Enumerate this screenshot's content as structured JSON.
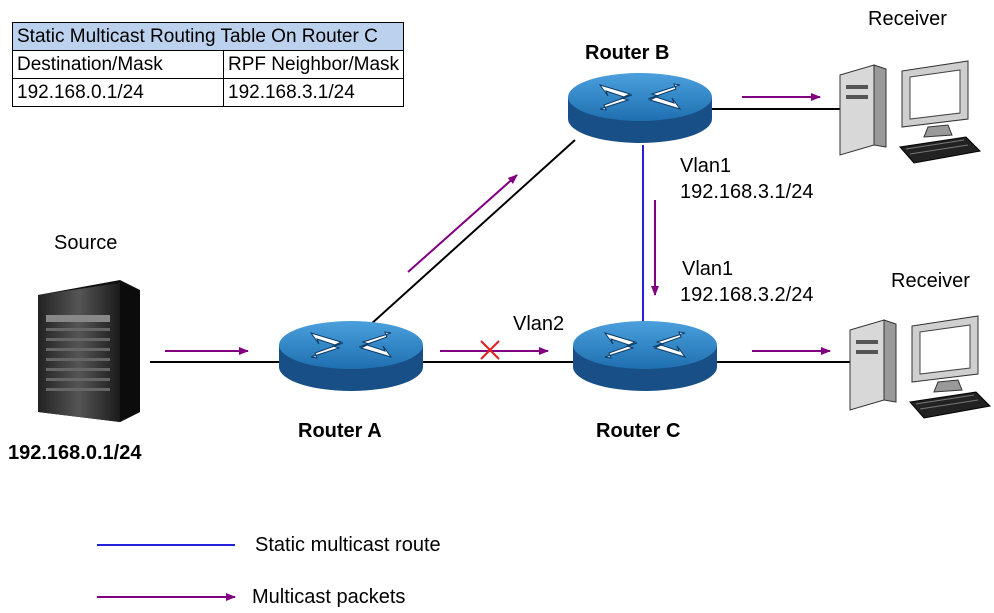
{
  "table": {
    "title": "Static Multicast Routing Table On Router C",
    "headers": [
      "Destination/Mask",
      "RPF Neighbor/Mask"
    ],
    "row": [
      "192.168.0.1/24",
      "192.168.3.1/24"
    ]
  },
  "nodes": {
    "router_a": "Router A",
    "router_b": "Router B",
    "router_c": "Router C",
    "source": "Source",
    "source_ip": "192.168.0.1/24",
    "receiver_top": "Receiver",
    "receiver_bottom": "Receiver"
  },
  "interfaces": {
    "b_vlan": "Vlan1",
    "b_ip": "192.168.3.1/24",
    "c_vlan": "Vlan1",
    "c_ip": "192.168.3.2/24",
    "ac_vlan": "Vlan2"
  },
  "legend": {
    "static_route": "Static multicast route",
    "multicast_packets": "Multicast packets"
  },
  "colors": {
    "router_body": "#1f5f9d",
    "router_top": "#2f86c7",
    "static_route": "#2222dd",
    "multicast_arrow": "#800080",
    "blocked_x": "#e02020",
    "table_header": "#bcd1ee"
  },
  "icons": [
    "router-icon",
    "server-icon",
    "desktop-computer-icon"
  ]
}
